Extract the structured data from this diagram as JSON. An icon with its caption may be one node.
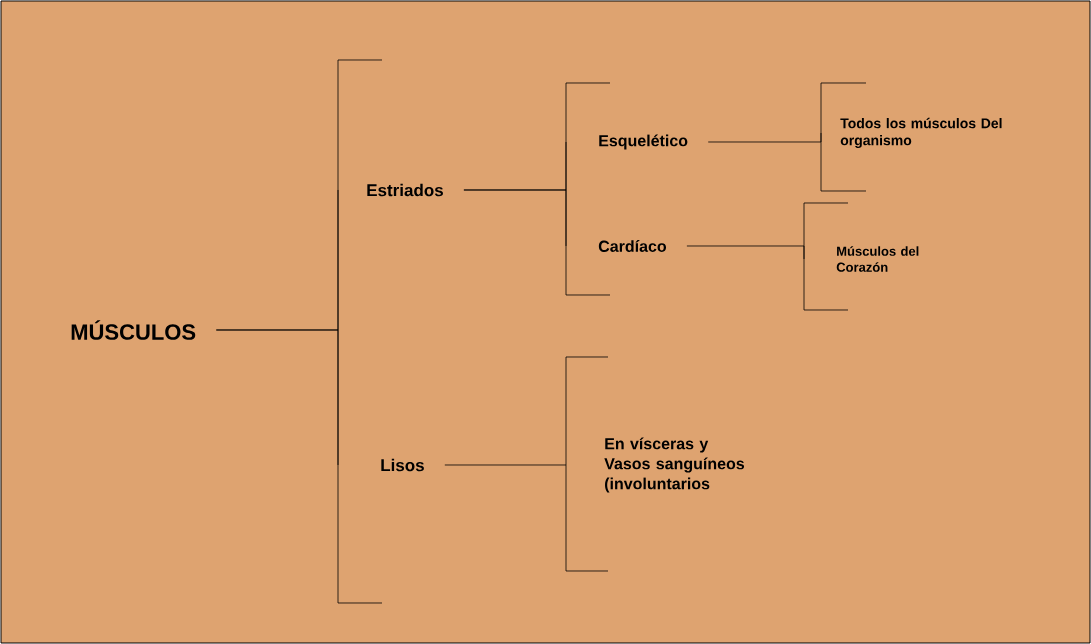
{
  "diagram": {
    "nodes": [
      {
        "text": [
          "MÚSCULOS"
        ]
      },
      {
        "text": [
          "Estriados"
        ]
      },
      {
        "text": [
          "Lisos"
        ]
      },
      {
        "text": [
          "Esquelético"
        ]
      },
      {
        "text": [
          "Cardíaco"
        ]
      },
      {
        "text": [
          "Todos los músculos Del organismo"
        ]
      },
      {
        "text": [
          "Músculos del Corazón"
        ]
      },
      {
        "text": [
          "En vísceras y Vasos sanguíneos (involuntarios"
        ]
      }
    ],
    "edges": [
      {
        "from": 0,
        "to": 1,
        "arrow": "none"
      },
      {
        "from": 0,
        "to": 2,
        "arrow": "none"
      },
      {
        "from": 1,
        "to": 3,
        "arrow": "none"
      },
      {
        "from": 1,
        "to": 4,
        "arrow": "none"
      },
      {
        "from": 3,
        "to": 5,
        "arrow": "none"
      },
      {
        "from": 4,
        "to": 6,
        "arrow": "none"
      },
      {
        "from": 2,
        "to": 7,
        "arrow": "none"
      }
    ]
  }
}
